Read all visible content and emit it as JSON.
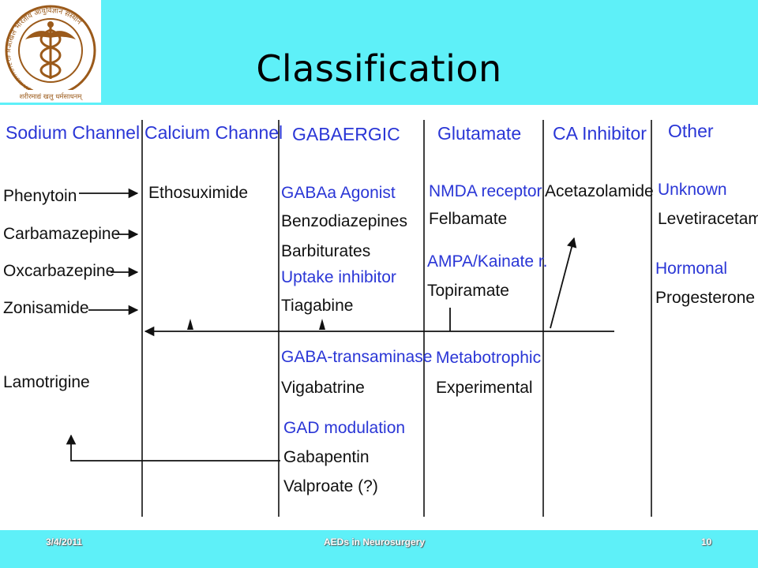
{
  "title": "Classification",
  "footer": {
    "date": "3/4/2011",
    "center": "AEDs in Neurosurgery",
    "page": "10"
  },
  "logo": {
    "top_text": "अखिल भारतीय आयुर्विज्ञान संस्थान",
    "side_text": "ALL INDIA INSTITUTE OF MEDICAL SCIENCES",
    "motto": "शरीरमाद्यं खलु धर्मसाधनम्"
  },
  "columns": {
    "sodium": "Sodium Channel",
    "calcium": "Calcium Channel",
    "gaba": "GABAERGIC",
    "glutamate": "Glutamate",
    "ca_inhibitor": "CA Inhibitor",
    "other": "Other"
  },
  "sodium_drugs": [
    "Phenytoin",
    "Carbamazepine",
    "Oxcarbazepine",
    "Zonisamide",
    "Lamotrigine"
  ],
  "calcium_drugs": [
    "Ethosuximide"
  ],
  "gaba_groups": {
    "agonist_label": "GABAa Agonist",
    "agonist_drugs": [
      "Benzodiazepines",
      "Barbiturates"
    ],
    "uptake_label": "Uptake inhibitor",
    "uptake_drugs": [
      "Tiagabine"
    ],
    "transaminase_label": "GABA-transaminase",
    "transaminase_drugs": [
      "Vigabatrine"
    ],
    "gad_label": "GAD modulation",
    "gad_drugs": [
      "Gabapentin",
      "Valproate (?)"
    ]
  },
  "glutamate_groups": {
    "nmda_label": "NMDA receptor",
    "nmda_drugs": [
      "Felbamate"
    ],
    "ampa_label": "AMPA/Kainate r.",
    "ampa_drugs": [
      "Topiramate"
    ],
    "metabotropic_label": "Metabotrophic",
    "metabotropic_drugs": [
      "Experimental"
    ]
  },
  "ca_inhibitor_drugs": [
    "Acetazolamide"
  ],
  "other_groups": {
    "unknown_label": "Unknown",
    "unknown_drugs": [
      "Levetiracetam"
    ],
    "hormonal_label": "Hormonal",
    "hormonal_drugs": [
      "Progesterone"
    ]
  },
  "colors": {
    "band": "#5ef0f8",
    "label_blue": "#2a36d6",
    "logo_brown": "#9b5a1a"
  }
}
